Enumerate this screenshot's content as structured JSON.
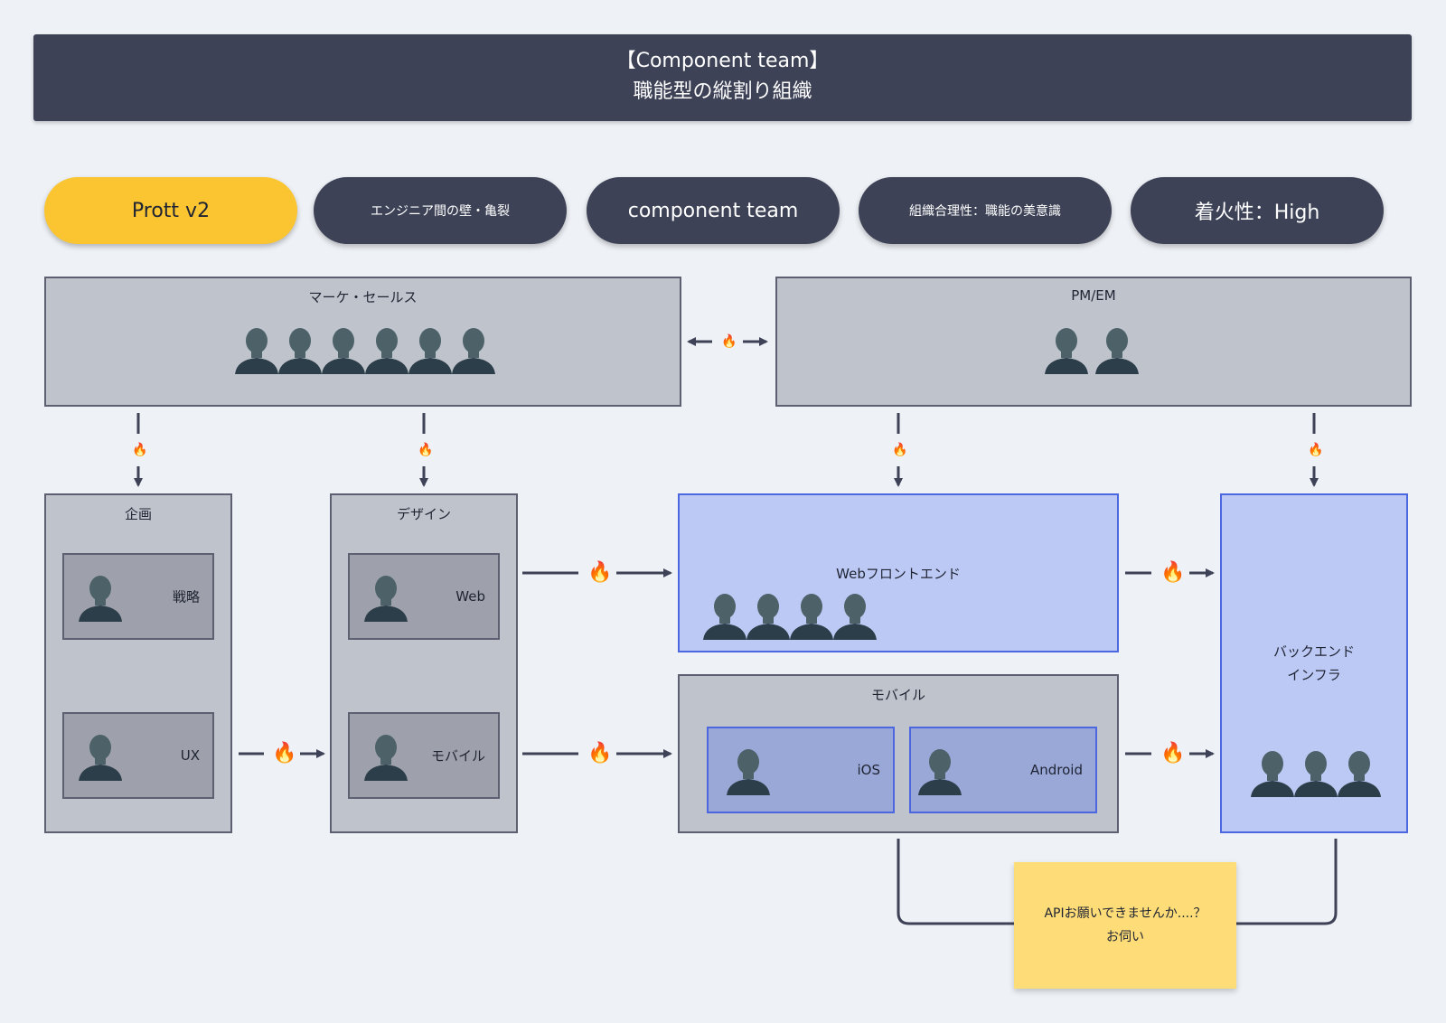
{
  "header": {
    "line1": "【Component team】",
    "line2": "職能型の縦割り組織"
  },
  "pills": [
    {
      "label": "Prott v2"
    },
    {
      "label": "エンジニア間の壁・亀裂"
    },
    {
      "label": "component team"
    },
    {
      "label": "組織合理性：職能の美意識"
    },
    {
      "label": "着火性：High"
    }
  ],
  "teams": {
    "marketing": {
      "title": "マーケ・セールス"
    },
    "pm": {
      "title": "PM/EM"
    },
    "planning": {
      "title": "企画",
      "strategy": "戦略",
      "ux": "UX"
    },
    "design": {
      "title": "デザイン",
      "web": "Web",
      "mobile": "モバイル"
    },
    "web_frontend": {
      "title": "Webフロントエンド"
    },
    "mobile": {
      "title": "モバイル",
      "ios": "iOS",
      "android": "Android"
    },
    "backend": {
      "title_line1": "バックエンド",
      "title_line2": "インフラ"
    }
  },
  "icons": {
    "person": "person-icon",
    "fire": "fire-icon"
  },
  "fire_glyph": "🔥",
  "sticky": {
    "line1": "APIお願いできませんか....？",
    "line2": "お伺い"
  },
  "colors": {
    "dark": "#3d4256",
    "accent": "#fbc531",
    "blue": "#bcc9f5",
    "gray": "#bfc3cc",
    "sticky": "#fedc78"
  }
}
